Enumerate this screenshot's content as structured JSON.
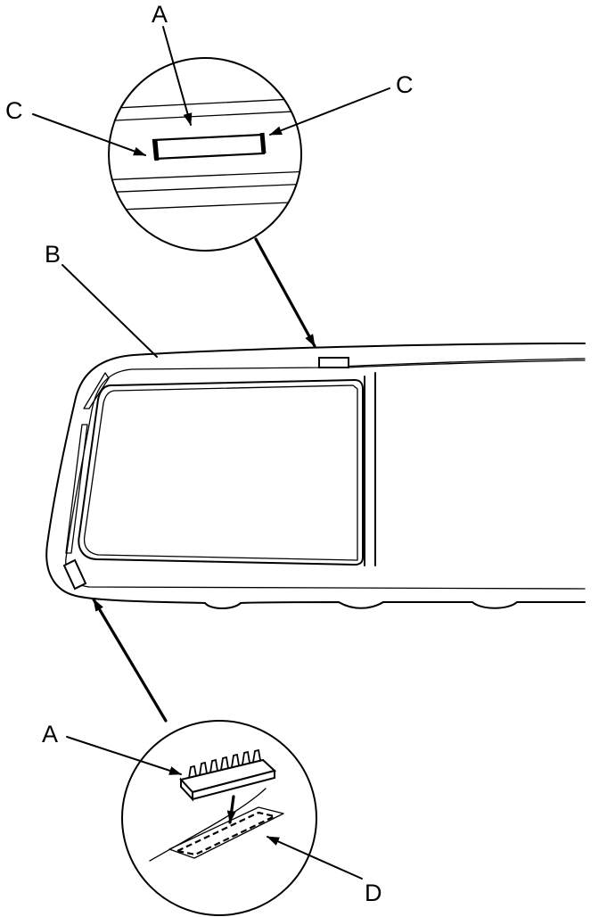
{
  "labels": {
    "a_top": "A",
    "c_left": "C",
    "c_right": "C",
    "b": "B",
    "a_bottom": "A",
    "d": "D"
  }
}
